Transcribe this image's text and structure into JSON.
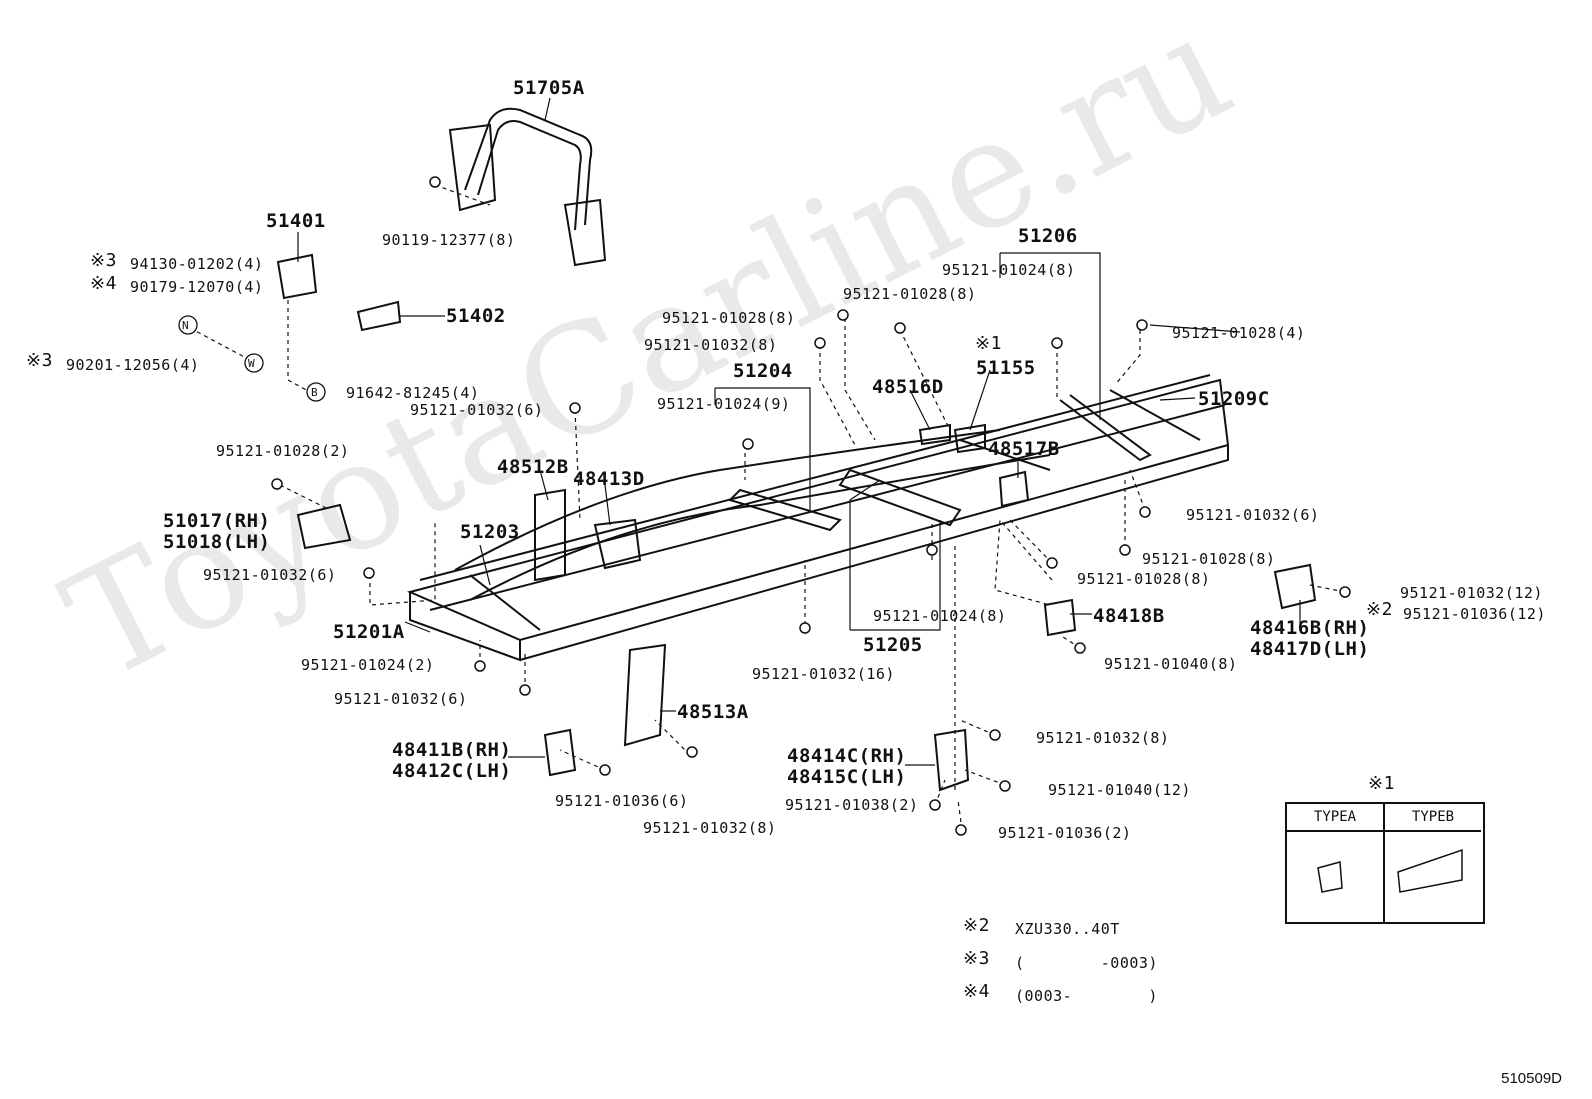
{
  "watermark": "ToyotaCarline.ru",
  "diagram_code": "510509D",
  "parts": {
    "p51705A": "51705A",
    "p90119": "90119-12377(8)",
    "p51401": "51401",
    "m3a": "※3",
    "p94130": "94130-01202(4)",
    "m4a": "※4",
    "p90179": "90179-12070(4)",
    "p51402": "51402",
    "nw_n": "N",
    "nw_w": "W",
    "nw_b": "B",
    "m3b": "※3",
    "p90201": "90201-12056(4)",
    "p91642": "91642-81245(4)",
    "p95121_01032_6a": "95121-01032(6)",
    "p95121_01028_2": "95121-01028(2)",
    "p51017": "51017(RH)",
    "p51018": "51018(LH)",
    "p95121_01032_6b": "95121-01032(6)",
    "p51203": "51203",
    "p48512B": "48512B",
    "p48413D": "48413D",
    "p51201A": "51201A",
    "p95121_01024_2": "95121-01024(2)",
    "p95121_01032_6c": "95121-01032(6)",
    "p48411B": "48411B(RH)",
    "p48412C": "48412C(LH)",
    "p95121_01036_6": "95121-01036(6)",
    "p95121_01032_8a": "95121-01032(8)",
    "p48513A": "48513A",
    "p95121_01028_8a": "95121-01028(8)",
    "p95121_01032_8b": "95121-01032(8)",
    "p51204": "51204",
    "p95121_01024_9": "95121-01024(9)",
    "p95121_01028_8b": "95121-01028(8)",
    "p48516D": "48516D",
    "m1a": "※1",
    "p51155": "51155",
    "p51206": "51206",
    "p95121_01024_8a": "95121-01024(8)",
    "p95121_01028_4": "95121-01028(4)",
    "p51209C": "51209C",
    "p48517B": "48517B",
    "p95121_01032_6d": "95121-01032(6)",
    "p95121_01028_8c": "95121-01028(8)",
    "p95121_01028_8d": "95121-01028(8)",
    "p95121_01032_12": "95121-01032(12)",
    "m2a": "※2",
    "p95121_01036_12": "95121-01036(12)",
    "p48416B": "48416B(RH)",
    "p48417D": "48417D(LH)",
    "p48418B": "48418B",
    "p95121_01040_8": "95121-01040(8)",
    "p95121_01024_8b": "95121-01024(8)",
    "p51205": "51205",
    "p95121_01032_16": "95121-01032(16)",
    "p48414C": "48414C(RH)",
    "p48415C": "48415C(LH)",
    "p95121_01032_8c": "95121-01032(8)",
    "p95121_01040_12": "95121-01040(12)",
    "p95121_01038_2": "95121-01038(2)",
    "p95121_01036_2": "95121-01036(2)"
  },
  "type_table": {
    "marker": "※1",
    "col_a": "TYPEA",
    "col_b": "TYPEB"
  },
  "notes": [
    {
      "mark": "※2",
      "text": "XZU330..40T"
    },
    {
      "mark": "※3",
      "text": "(        -0003)"
    },
    {
      "mark": "※4",
      "text": "(0003-        )"
    }
  ]
}
